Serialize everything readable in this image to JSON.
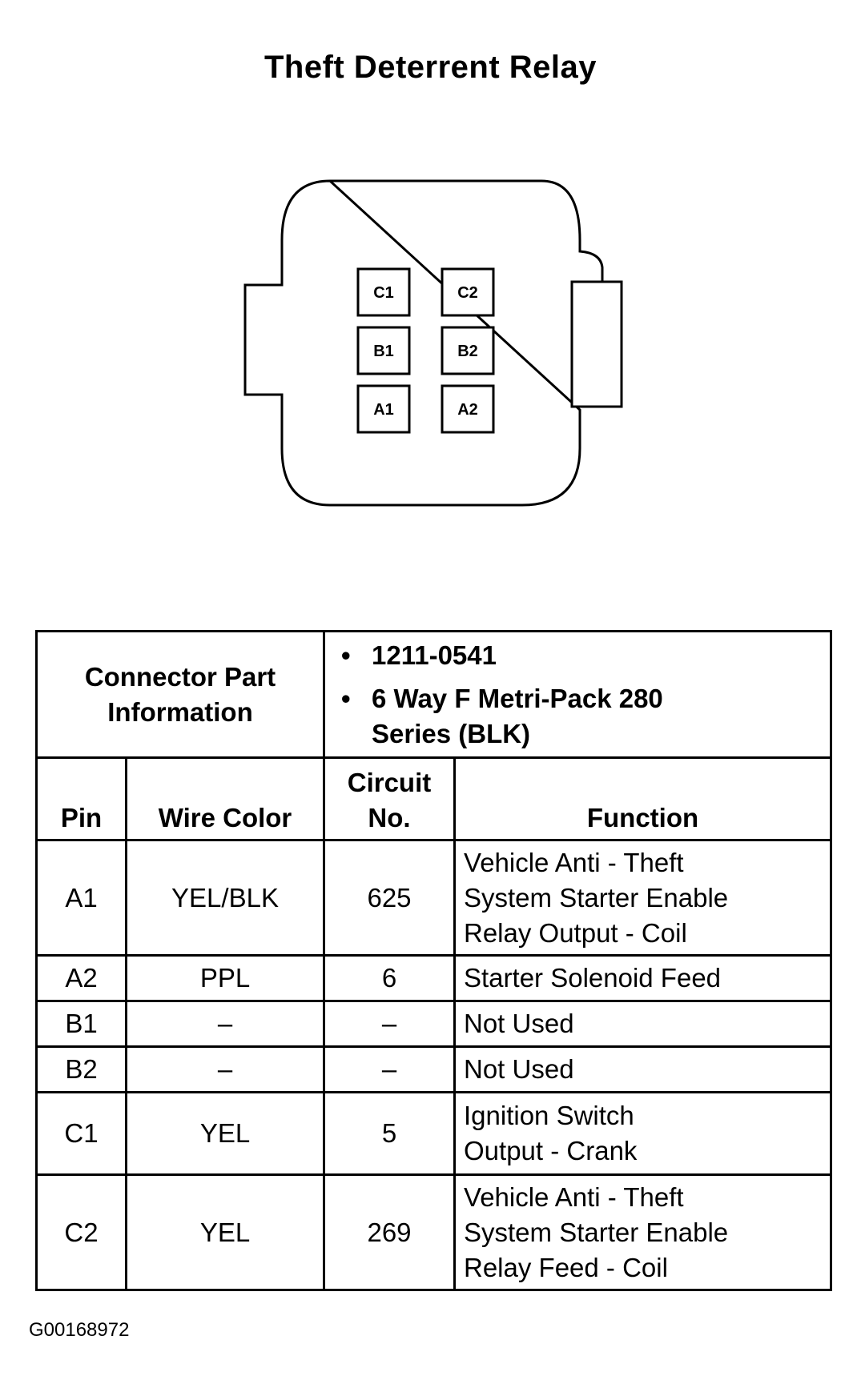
{
  "title": "Theft Deterrent Relay",
  "connector": {
    "pins": [
      {
        "label": "C1"
      },
      {
        "label": "C2"
      },
      {
        "label": "B1"
      },
      {
        "label": "B2"
      },
      {
        "label": "A1"
      },
      {
        "label": "A2"
      }
    ]
  },
  "table": {
    "info_label_line1": "Connector Part",
    "info_label_line2": "Information",
    "info_items": [
      "1211-0541",
      "6 Way F Metri-Pack 280",
      "Series (BLK)"
    ],
    "headers": {
      "pin": "Pin",
      "wire_color": "Wire Color",
      "circuit_line1": "Circuit",
      "circuit_line2": "No.",
      "function": "Function"
    },
    "rows": [
      {
        "pin": "A1",
        "wire": "YEL/BLK",
        "circuit": "625",
        "f1": "Vehicle Anti - Theft",
        "f2": "System Starter Enable",
        "f3": "Relay Output - Coil"
      },
      {
        "pin": "A2",
        "wire": "PPL",
        "circuit": "6",
        "f1": "Starter Solenoid Feed"
      },
      {
        "pin": "B1",
        "wire": "–",
        "circuit": "–",
        "f1": "Not Used"
      },
      {
        "pin": "B2",
        "wire": "–",
        "circuit": "–",
        "f1": "Not Used"
      },
      {
        "pin": "C1",
        "wire": "YEL",
        "circuit": "5",
        "f1": "Ignition Switch",
        "f2": "Output - Crank"
      },
      {
        "pin": "C2",
        "wire": "YEL",
        "circuit": "269",
        "f1": "Vehicle Anti - Theft",
        "f2": "System Starter Enable",
        "f3": "Relay Feed - Coil"
      }
    ]
  },
  "figure_id": "G00168972"
}
